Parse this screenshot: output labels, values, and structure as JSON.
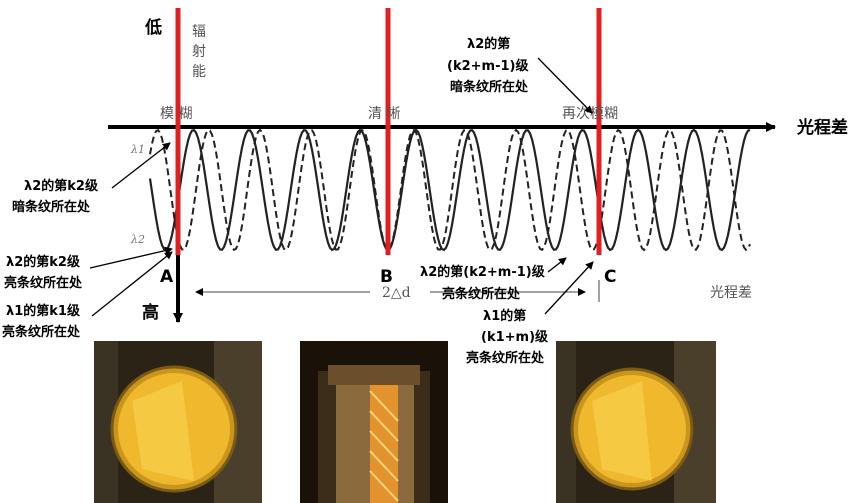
{
  "axis": {
    "x_label": "光程差",
    "y_top": "低",
    "y_bottom": "高",
    "y_caption": [
      "辐",
      "射",
      "能"
    ]
  },
  "markers": {
    "A": {
      "letter": "A",
      "caption": "模 糊",
      "color": "#e02020"
    },
    "B": {
      "letter": "B",
      "caption": "清 晰",
      "color": "#e02020"
    },
    "C": {
      "letter": "C",
      "caption": "再次模糊",
      "color": "#e02020"
    }
  },
  "curve_labels": {
    "lambda1": "λ1",
    "lambda2": "λ2"
  },
  "delta_label": "2△d",
  "lower_right_label": "光程差",
  "annotations": {
    "a1": [
      "λ2的第k2级",
      "暗条纹所在处"
    ],
    "a2": [
      "λ2的第k2级",
      "亮条纹所在处"
    ],
    "a3": [
      "λ1的第k1级",
      "亮条纹所在处"
    ],
    "c_top": [
      "λ2的第",
      "(k2+m-1)级",
      "暗条纹所在处"
    ],
    "c_mid": [
      "λ2的第(k2+m-1)级",
      "亮条纹所在处"
    ],
    "c_bot": [
      "λ1的第",
      "(k1+m)级",
      "亮条纹所在处"
    ]
  },
  "colors": {
    "marker": "#e02020",
    "photo_glow": "#f5c518"
  }
}
